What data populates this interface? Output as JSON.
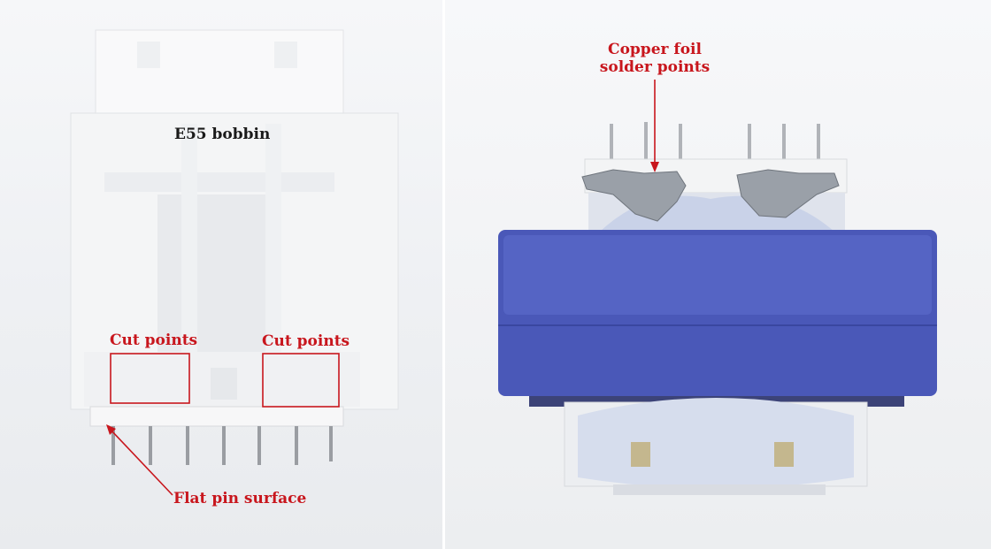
{
  "left_panel": {
    "title": "E55 bobbin",
    "cut_label_left": "Cut points",
    "cut_label_right": "Cut points",
    "pin_label": "Flat pin surface"
  },
  "right_panel": {
    "solder_label_line1": "Copper foil",
    "solder_label_line2": "solder points"
  },
  "colors": {
    "annotation": "#c8161d",
    "bobbin": "#f2f3f4",
    "core_blue": "#4a58b8",
    "background": "#eef0f3"
  }
}
